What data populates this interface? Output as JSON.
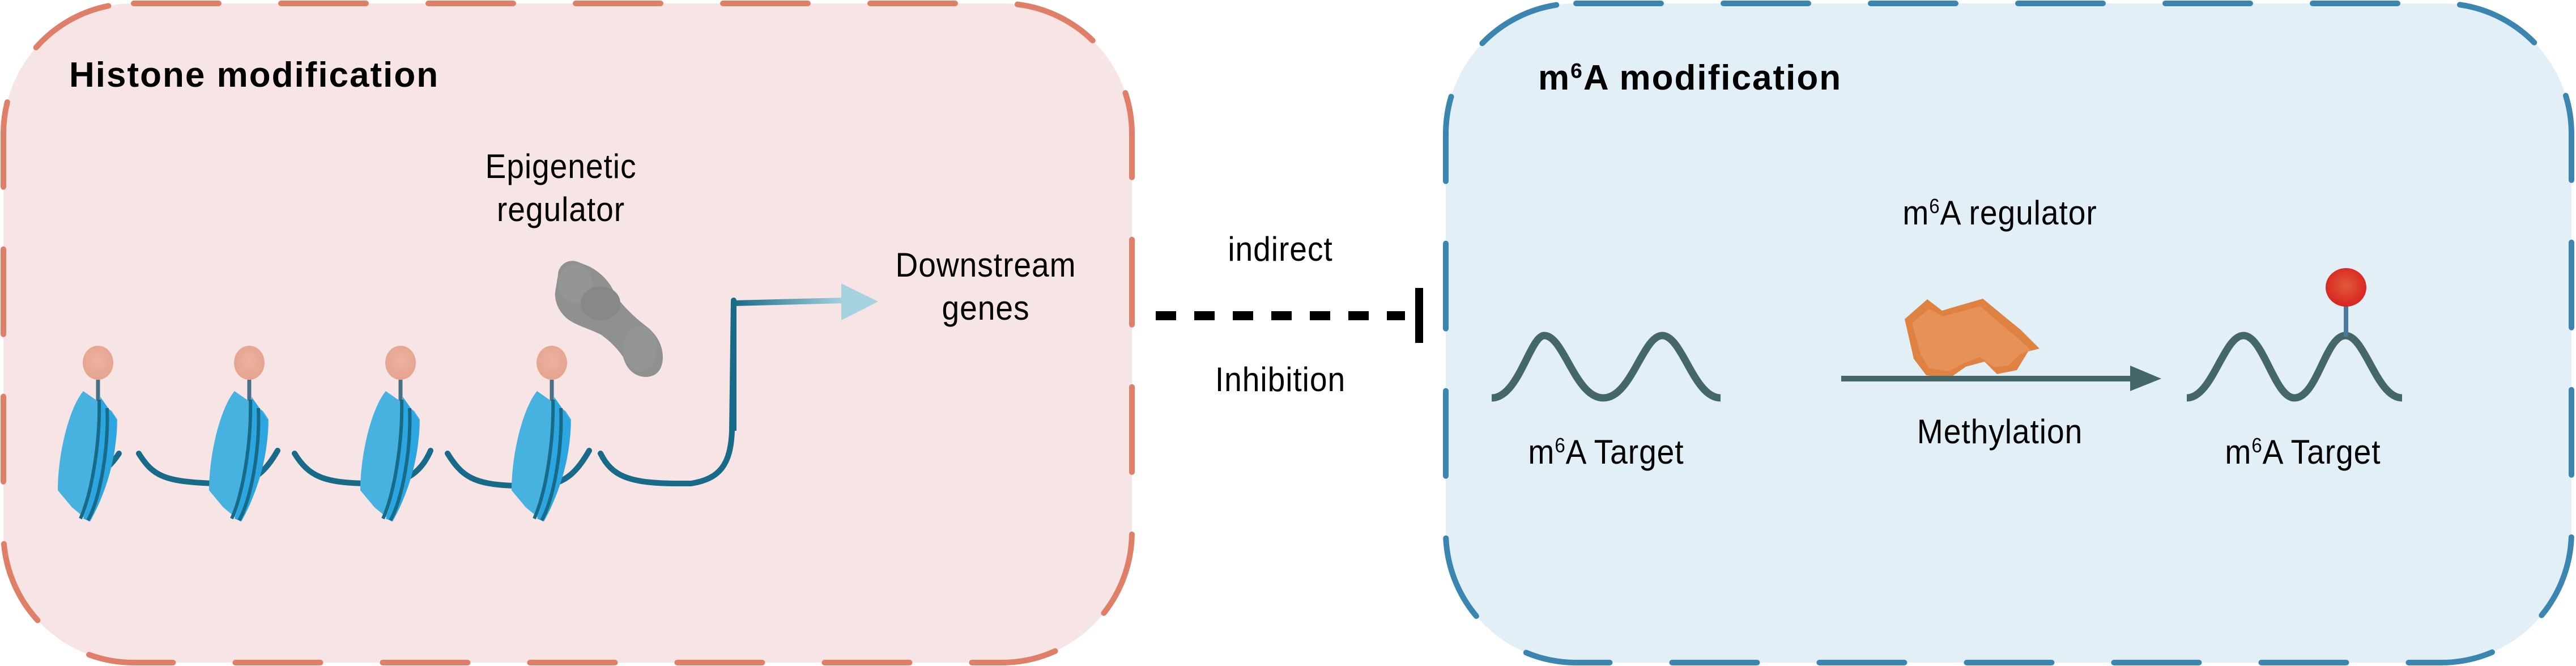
{
  "left_panel": {
    "title": "Histone modification",
    "regulator_label_line1": "Epigenetic",
    "regulator_label_line2": "regulator",
    "target_label_line1": "Downstream",
    "target_label_line2": "genes",
    "nucleosome_count": 4,
    "colors": {
      "fill": "#f7e4e4",
      "border": "#e07f68",
      "histone": "#2ba6e0",
      "histone_light": "#47b1e0",
      "dna": "#176a88",
      "mark": "#e8a996",
      "regulator": "#8f9090",
      "arrow_start": "#176a88",
      "arrow_end": "#a6d2e0"
    }
  },
  "connector": {
    "label_top": "indirect",
    "label_bottom": "Inhibition",
    "color": "#000000"
  },
  "right_panel": {
    "title_prefix": "m",
    "title_sup": "6",
    "title_suffix": "A modification",
    "regulator_prefix": "m",
    "regulator_sup": "6",
    "regulator_suffix": "A regulator",
    "process_label": "Methylation",
    "target_before_prefix": "m",
    "target_before_sup": "6",
    "target_before_suffix": "A Target",
    "target_after_prefix": "m",
    "target_after_sup": "6",
    "target_after_suffix": "A Target",
    "colors": {
      "fill": "#e2eff7",
      "border": "#3a86b0",
      "rna": "#44676b",
      "regulator": "#e69158",
      "regulator_dark": "#df8241",
      "methyl_mark": "#dd3a26",
      "methyl_stem": "#4a7a98",
      "arrow": "#44676b"
    }
  }
}
